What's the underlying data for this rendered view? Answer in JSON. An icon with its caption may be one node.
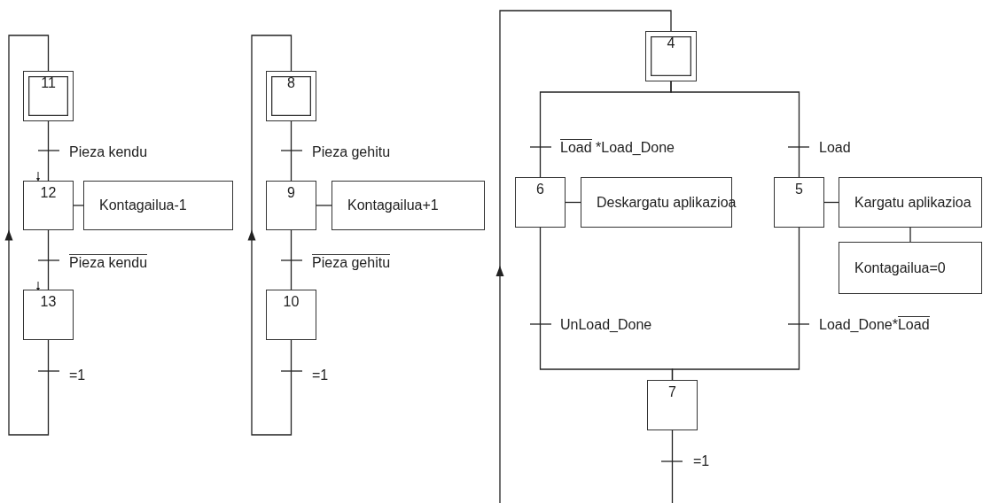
{
  "diagram": {
    "nodes": [
      {
        "text": [
          "11"
        ]
      },
      {
        "text": [
          "12"
        ]
      },
      {
        "text": [
          "Kontagailua-1"
        ]
      },
      {
        "text": [
          "13"
        ]
      },
      {
        "text": [
          "8"
        ]
      },
      {
        "text": [
          "9"
        ]
      },
      {
        "text": [
          "Kontagailua+1"
        ]
      },
      {
        "text": [
          "10"
        ]
      },
      {
        "text": [
          "4"
        ]
      },
      {
        "text": [
          "6"
        ]
      },
      {
        "text": [
          "Deskargatu aplikazioa"
        ]
      },
      {
        "text": [
          "5"
        ]
      },
      {
        "text": [
          "Kargatu aplikazioa"
        ]
      },
      {
        "text": [
          "Kontagailua=0"
        ]
      },
      {
        "text": [
          "7"
        ]
      }
    ],
    "edges": [
      {
        "from": 0,
        "to": 1,
        "arrow": "none",
        "label": "Pieza kendu"
      },
      {
        "from": 1,
        "to": 2,
        "arrow": "none"
      },
      {
        "from": 1,
        "to": 3,
        "arrow": "none",
        "label": "Pieza kendu"
      },
      {
        "from": 3,
        "to": 0,
        "arrow": "to",
        "label": "=1"
      },
      {
        "from": 4,
        "to": 5,
        "arrow": "none",
        "label": "Pieza gehitu"
      },
      {
        "from": 5,
        "to": 6,
        "arrow": "none"
      },
      {
        "from": 5,
        "to": 7,
        "arrow": "none",
        "label": "Pieza gehitu"
      },
      {
        "from": 7,
        "to": 4,
        "arrow": "to",
        "label": "=1"
      },
      {
        "from": 8,
        "to": 9,
        "arrow": "none",
        "label": "Load *Load_Done"
      },
      {
        "from": 8,
        "to": 11,
        "arrow": "none",
        "label": "Load"
      },
      {
        "from": 9,
        "to": 10,
        "arrow": "none"
      },
      {
        "from": 11,
        "to": 12,
        "arrow": "none"
      },
      {
        "from": 12,
        "to": 13,
        "arrow": "none"
      },
      {
        "from": 9,
        "to": 14,
        "arrow": "none",
        "label": "UnLoad_Done"
      },
      {
        "from": 11,
        "to": 14,
        "arrow": "none",
        "label": "Load_Done*Load"
      },
      {
        "from": 14,
        "to": 8,
        "arrow": "to",
        "label": "=1"
      }
    ]
  }
}
